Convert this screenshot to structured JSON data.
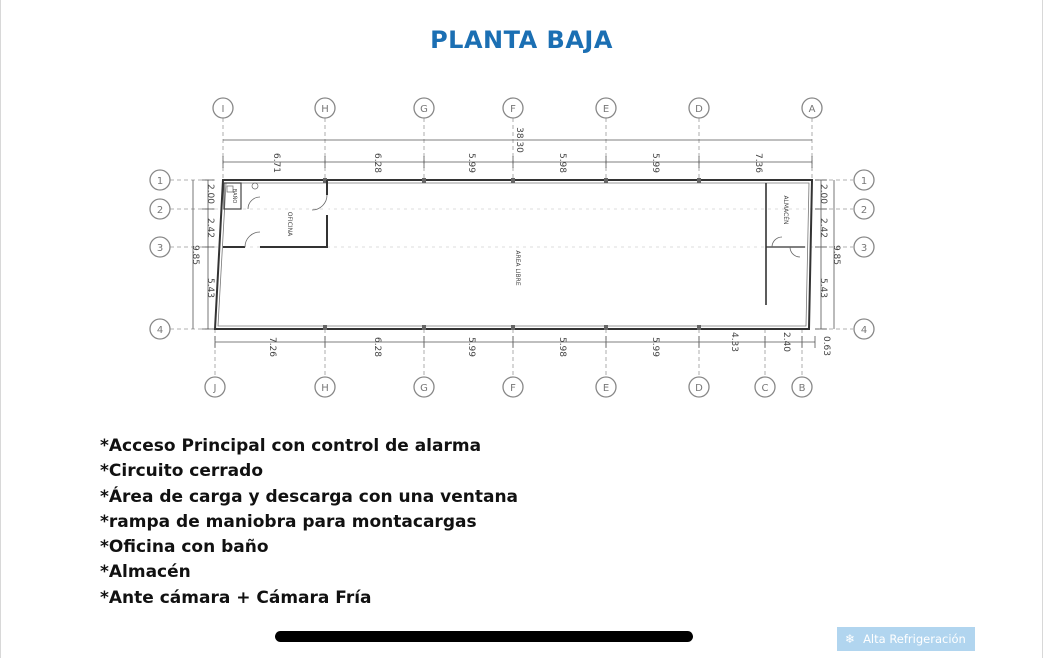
{
  "title": "PLANTA BAJA",
  "plan": {
    "top_axes": [
      "I",
      "H",
      "G",
      "F",
      "E",
      "D",
      "A"
    ],
    "bottom_axes": [
      "J",
      "H",
      "G",
      "F",
      "E",
      "D",
      "C",
      "B"
    ],
    "row_axes": [
      "1",
      "2",
      "3",
      "4"
    ],
    "overall_length": "38.30",
    "top_dims": [
      "6.71",
      "6.28",
      "5.99",
      "5.98",
      "5.99",
      "7.36"
    ],
    "bottom_dims": [
      "7.26",
      "6.28",
      "5.99",
      "5.98",
      "5.99",
      "4.33",
      "2.40",
      "0.63"
    ],
    "left_dims": [
      "2.00",
      "2.42",
      "5.43"
    ],
    "left_total": "9.85",
    "right_dims": [
      "2.00",
      "2.42",
      "5.43"
    ],
    "right_total": "9.85",
    "rooms": {
      "bano": "BAÑO",
      "oficina": "OFICINA",
      "area_libre": "AREA LIBRE",
      "almacen": "ALMACÉN"
    }
  },
  "features": [
    "*Acceso Principal con control de alarma",
    "*Circuito cerrado",
    "*Área de carga y descarga con una ventana",
    "*rampa de maniobra para montacargas",
    "*Oficina con baño",
    "*Almacén",
    "*Ante cámara + Cámara Fría"
  ],
  "watermark": {
    "icon": "snowflake-icon",
    "text": "Alta Refrigeración"
  }
}
